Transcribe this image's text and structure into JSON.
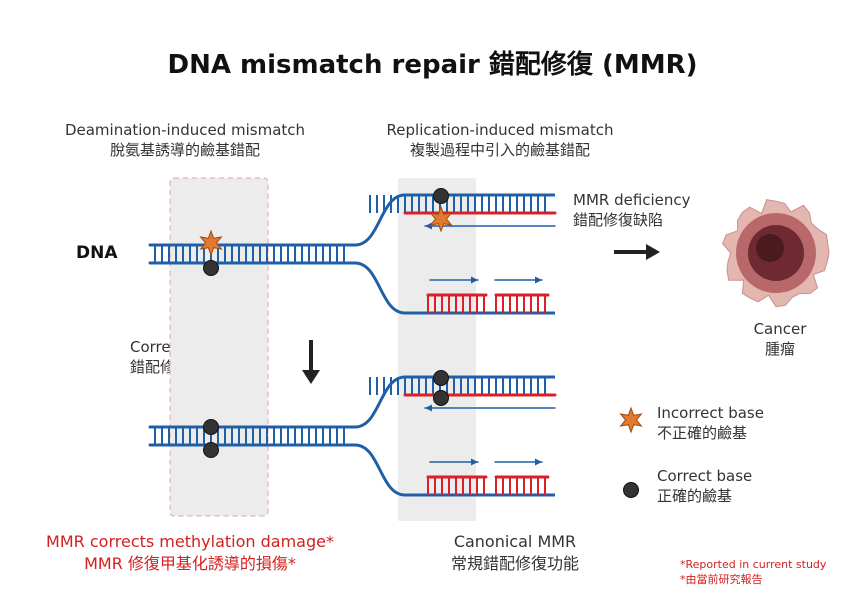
{
  "title": "DNA mismatch repair 錯配修復 (MMR)",
  "deamination": {
    "en": "Deamination-induced mismatch",
    "zh": "脫氨基誘導的鹼基錯配"
  },
  "replication": {
    "en": "Replication-induced mismatch",
    "zh": "複製過程中引入的鹼基錯配"
  },
  "dna_label": "DNA",
  "mmr_deficiency": {
    "en": "MMR deficiency",
    "zh": "錯配修復缺陷"
  },
  "cancer": {
    "en": "Cancer",
    "zh": "腫瘤"
  },
  "corrected": {
    "en": "Corrected by MMR",
    "zh": "錯配修復功能"
  },
  "legend": {
    "incorrect": {
      "en": "Incorrect base",
      "zh": "不正確的鹼基"
    },
    "correct": {
      "en": "Correct base",
      "zh": "正確的鹼基"
    }
  },
  "methylation": {
    "en": "MMR corrects methylation damage*",
    "zh": "MMR 修復甲基化誘導的損傷*"
  },
  "canonical": {
    "en": "Canonical MMR",
    "zh": "常規錯配修復功能"
  },
  "footnote": {
    "en": "*Reported in current study",
    "zh": "*由當前研究報告"
  },
  "colors": {
    "strand_blue": "#1f5fa8",
    "strand_red": "#d9202a",
    "star": "#e07a30",
    "base": "#333333"
  }
}
